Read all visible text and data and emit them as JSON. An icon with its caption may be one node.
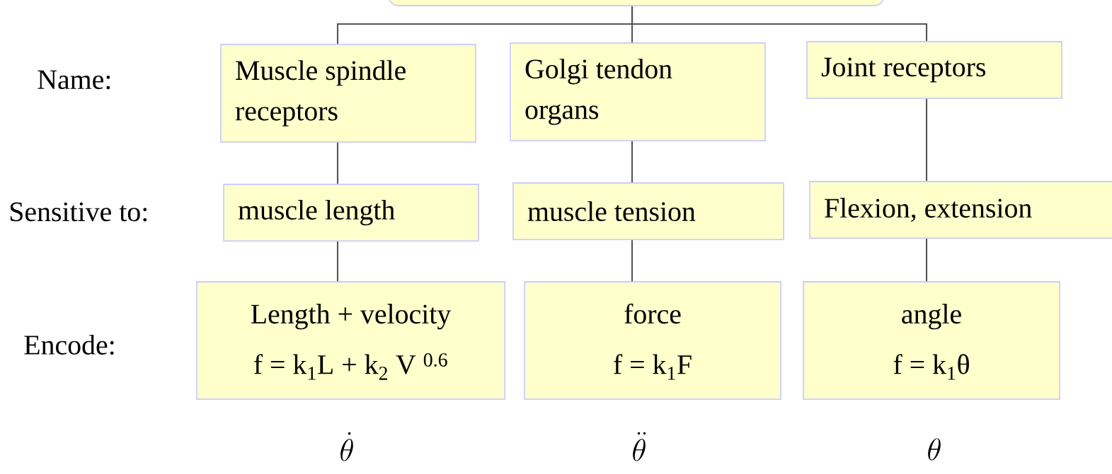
{
  "diagram": {
    "nodes": [
      {
        "text": [],
        "shape": "box"
      },
      {
        "text": [
          "Muscle spindle receptors"
        ]
      },
      {
        "text": [
          "Golgi tendon organs"
        ]
      },
      {
        "text": [
          "Joint receptors"
        ]
      },
      {
        "text": [
          "muscle length"
        ]
      },
      {
        "text": [
          "muscle tension"
        ]
      },
      {
        "text": [
          "Flexion, extension"
        ]
      },
      {
        "text": [
          "Length + velocity",
          "f = k$_{1}$L + k$_{2}$ V $^{0.6}$"
        ]
      },
      {
        "text": [
          "force",
          "f = k$_{1}$F"
        ]
      },
      {
        "text": [
          "angle",
          "f = k$_{1}$θ"
        ]
      }
    ],
    "edges": [
      {
        "from": 0,
        "to": 1,
        "arrow": "none"
      },
      {
        "from": 0,
        "to": 2,
        "arrow": "none"
      },
      {
        "from": 0,
        "to": 3,
        "arrow": "none"
      },
      {
        "from": 1,
        "to": 4,
        "arrow": "none"
      },
      {
        "from": 2,
        "to": 5,
        "arrow": "none"
      },
      {
        "from": 3,
        "to": 6,
        "arrow": "none"
      },
      {
        "from": 4,
        "to": 7,
        "arrow": "none"
      },
      {
        "from": 5,
        "to": 8,
        "arrow": "none"
      },
      {
        "from": 6,
        "to": 9,
        "arrow": "none"
      }
    ],
    "labels": [
      "Name:",
      "Sensitive to:",
      "Encode:",
      "\\dot{\\theta}",
      "\\ddot{\\theta}",
      "\\theta"
    ]
  }
}
